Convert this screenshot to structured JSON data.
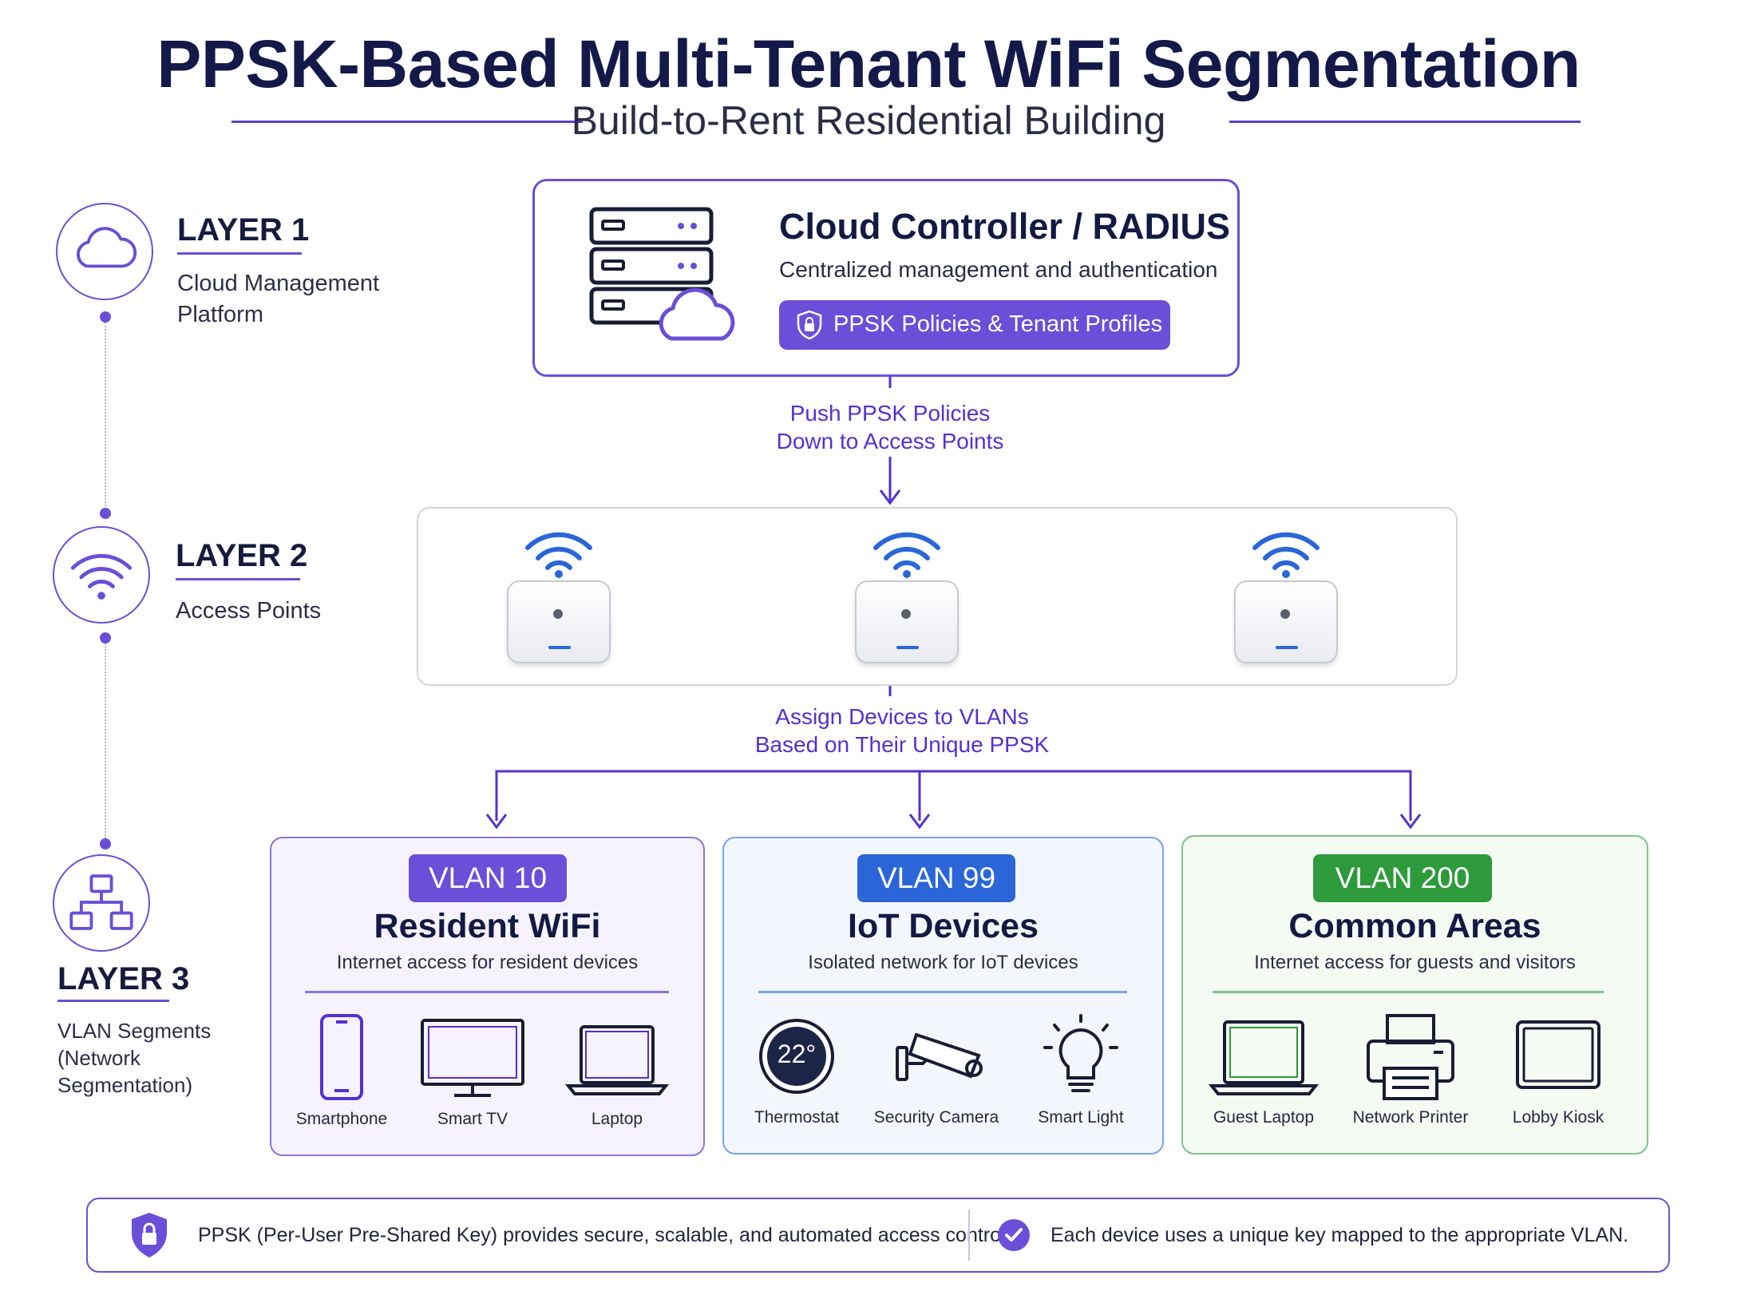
{
  "title": "PPSK-Based Multi-Tenant WiFi Segmentation",
  "subtitle": "Build-to-Rent Residential Building",
  "colors": {
    "accent": "#6a4fd6",
    "vlan10": "#6b4fd9",
    "vlan99": "#2a66d8",
    "vlan200": "#2d9a3c"
  },
  "layers": [
    {
      "title": "LAYER 1",
      "desc": [
        "Cloud Management",
        "Platform"
      ],
      "icon": "cloud-icon"
    },
    {
      "title": "LAYER 2",
      "desc": [
        "Access Points"
      ],
      "icon": "wifi-icon"
    },
    {
      "title": "LAYER 3",
      "desc": [
        "VLAN Segments",
        "(Network",
        "Segmentation)"
      ],
      "icon": "network-icon"
    }
  ],
  "cloud": {
    "title": "Cloud Controller / RADIUS",
    "desc": "Centralized management and authentication",
    "pill": "PPSK Policies & Tenant Profiles"
  },
  "flow1": [
    "Push PPSK Policies",
    "Down to Access Points"
  ],
  "flow2": [
    "Assign Devices to VLANs",
    "Based on Their Unique PPSK"
  ],
  "vlans": [
    {
      "tag": "VLAN 10",
      "name": "Resident WiFi",
      "desc": "Internet access for resident devices",
      "devices": [
        "Smartphone",
        "Smart TV",
        "Laptop"
      ]
    },
    {
      "tag": "VLAN 99",
      "name": "IoT Devices",
      "desc": "Isolated network for IoT devices",
      "devices": [
        "Thermostat",
        "Security Camera",
        "Smart Light"
      ],
      "thermostat_reading": "22°"
    },
    {
      "tag": "VLAN 200",
      "name": "Common Areas",
      "desc": "Internet access for guests and visitors",
      "devices": [
        "Guest Laptop",
        "Network Printer",
        "Lobby Kiosk"
      ]
    }
  ],
  "footer": {
    "left": "PPSK (Per-User Pre-Shared Key) provides secure, scalable, and automated access control.",
    "right": "Each device uses a unique key mapped to the appropriate VLAN."
  }
}
